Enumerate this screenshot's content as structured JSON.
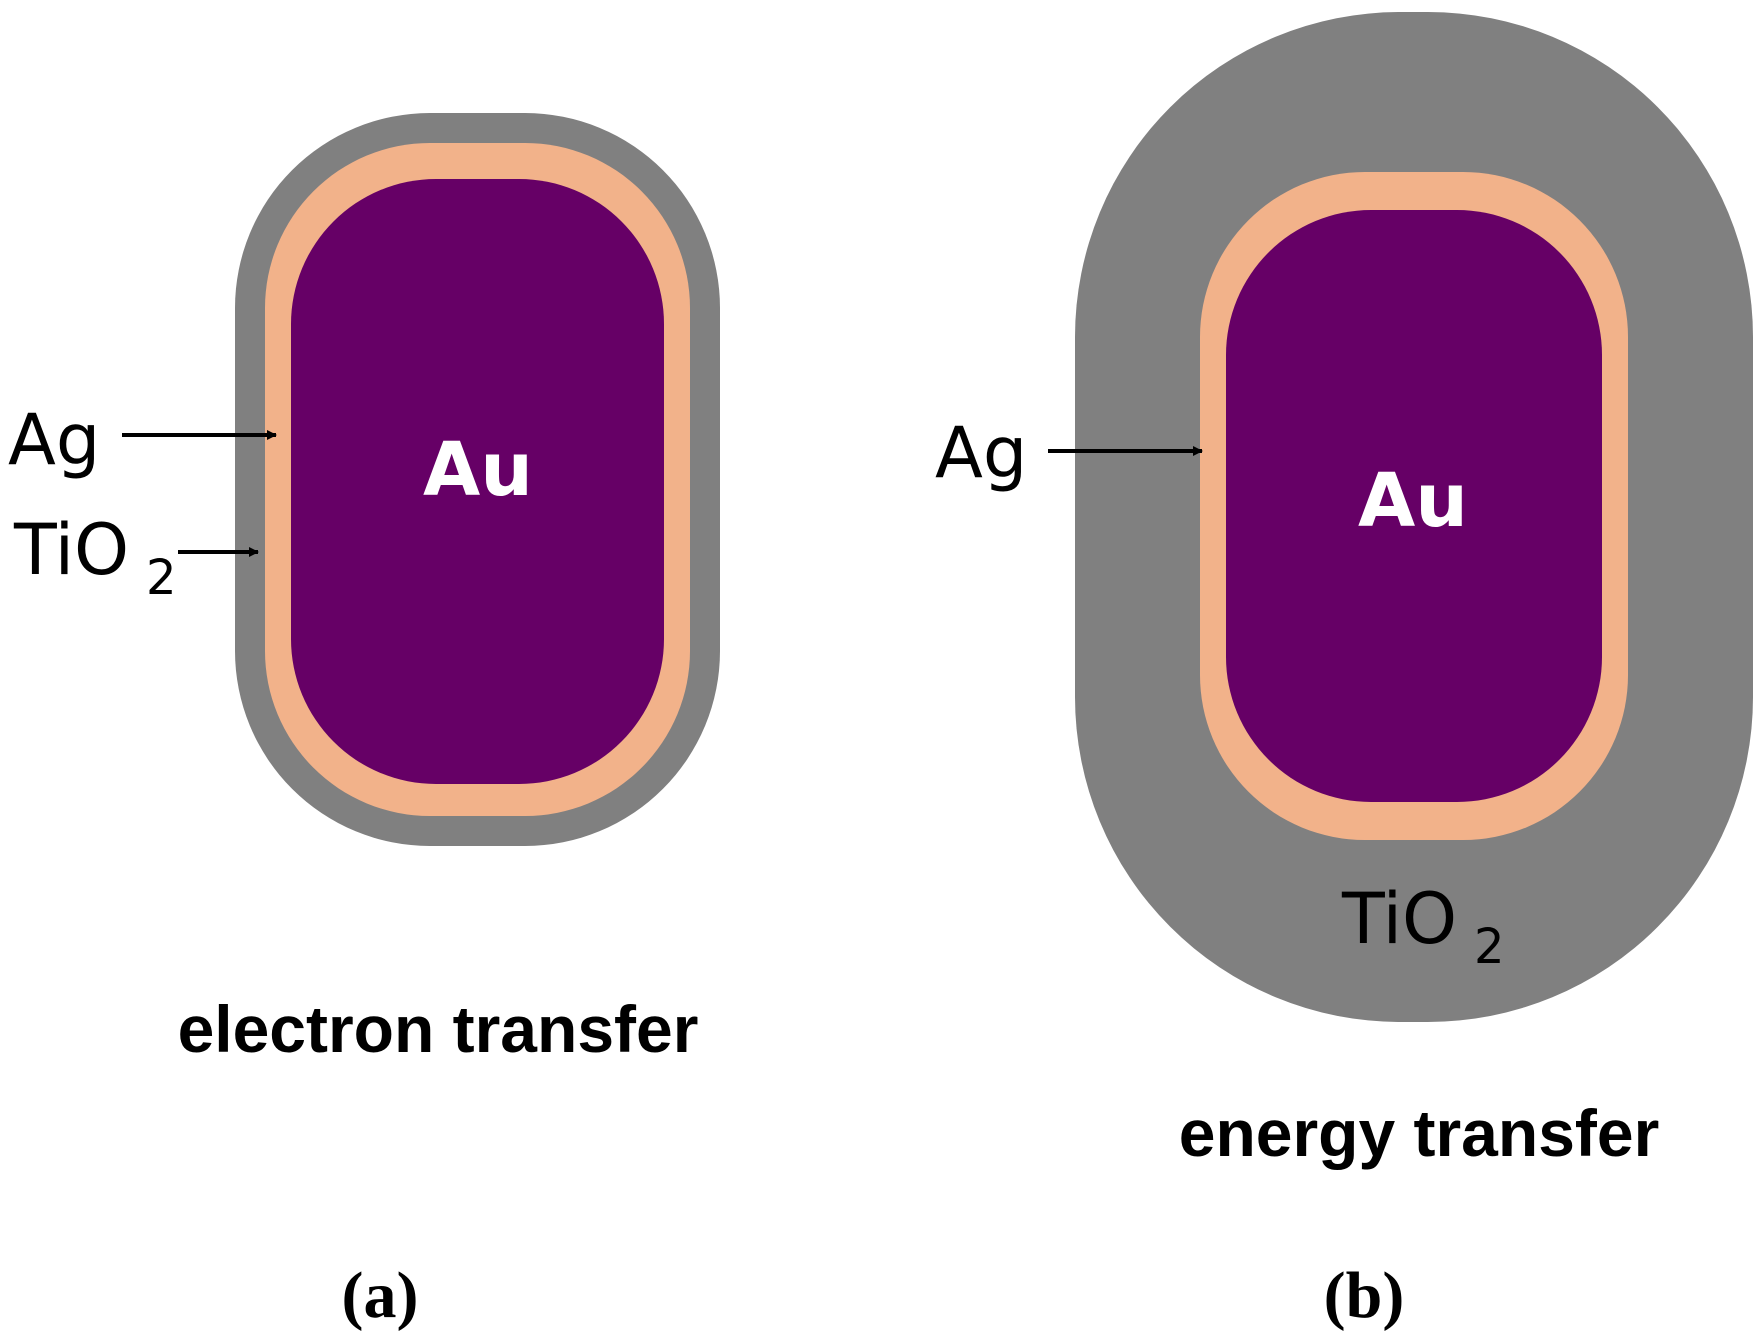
{
  "colors": {
    "tio2_shell": "#808080",
    "ag_shell": "#F2B28A",
    "au_core": "#660066",
    "arrow": "#000000",
    "background": "#ffffff"
  },
  "panel_a": {
    "core_label": "Au",
    "ag_label": "Ag",
    "tio2_label_main": "TiO",
    "tio2_label_sub": "2",
    "caption": "electron transfer",
    "panel_label": "(a)"
  },
  "panel_b": {
    "core_label": "Au",
    "ag_label": "Ag",
    "tio2_label_main": "TiO",
    "tio2_label_sub": "2",
    "caption": "energy transfer",
    "panel_label": "(b)"
  }
}
